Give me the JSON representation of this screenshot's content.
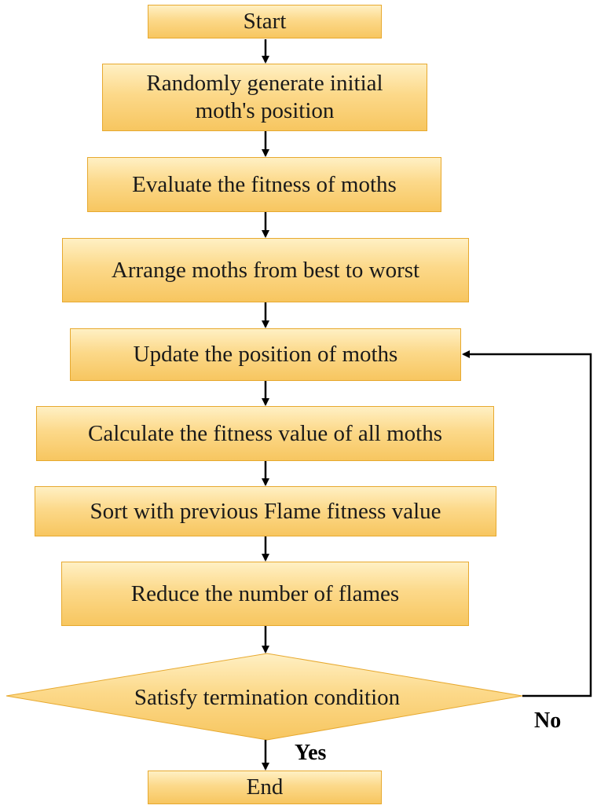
{
  "nodes": {
    "start": "Start",
    "init": "Randomly generate initial moth's position",
    "evaluate": "Evaluate the fitness of moths",
    "arrange": "Arrange moths from best to worst",
    "update": "Update the position of moths",
    "calculate": "Calculate the fitness value of all moths",
    "sort": "Sort with previous Flame fitness value",
    "reduce": "Reduce the number of flames",
    "decision": "Satisfy termination condition",
    "end": "End"
  },
  "edges": {
    "no": "No",
    "yes": "Yes"
  },
  "colors": {
    "box_top": "#fff0c4",
    "box_bottom": "#f7c660",
    "box_border": "#e7a92f",
    "arrow": "#000000"
  }
}
